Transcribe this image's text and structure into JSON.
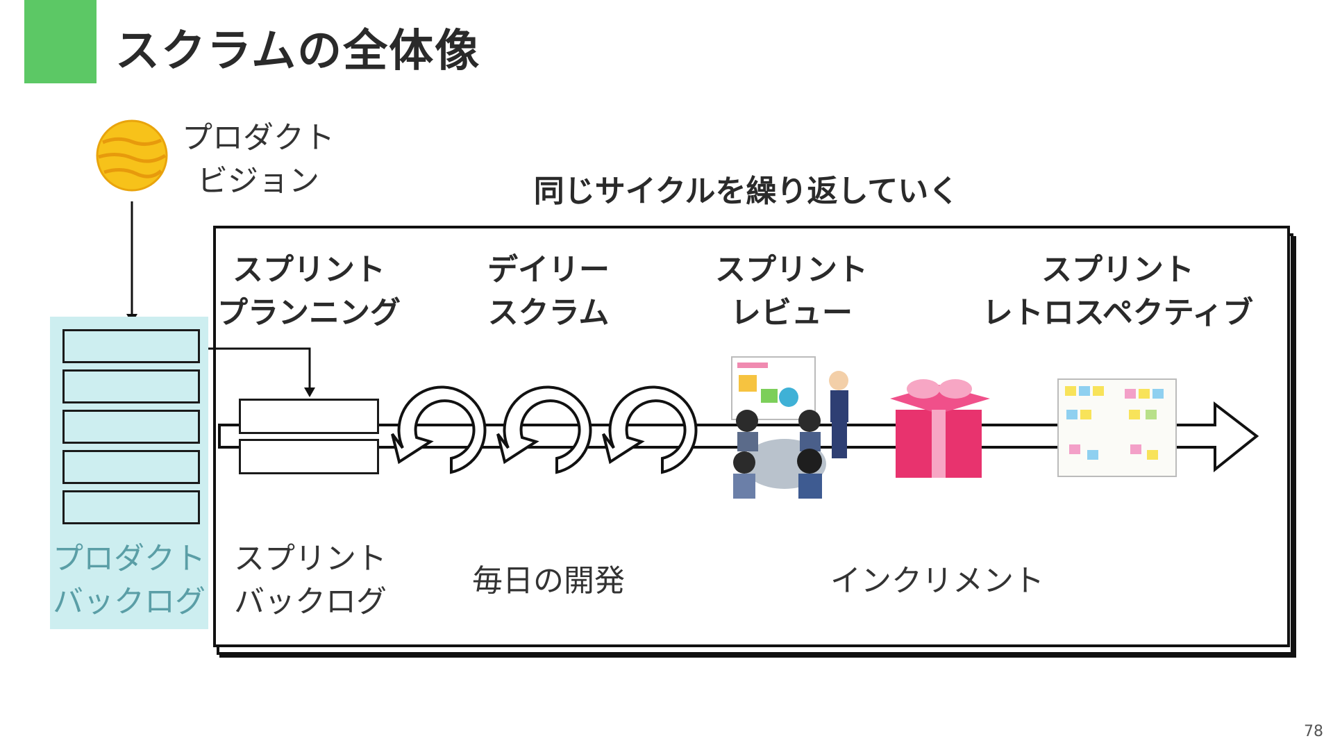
{
  "slide": {
    "title": "スクラムの全体像",
    "page_number": "78"
  },
  "vision": {
    "line1": "プロダクト",
    "line2": "ビジョン"
  },
  "cycle_caption": "同じサイクルを繰り返していく",
  "events": {
    "planning": {
      "line1": "スプリント",
      "line2": "プランニング"
    },
    "daily": {
      "line1": "デイリー",
      "line2": "スクラム"
    },
    "review": {
      "line1": "スプリント",
      "line2": "レビュー"
    },
    "retro": {
      "line1": "スプリント",
      "line2": "レトロスペクティブ"
    }
  },
  "artifacts": {
    "product_backlog": {
      "line1": "プロダクト",
      "line2": "バックログ"
    },
    "sprint_backlog": {
      "line1": "スプリント",
      "line2": "バックログ"
    },
    "daily_work": "毎日の開発",
    "increment": "インクリメント"
  },
  "colors": {
    "accent": "#5cc865",
    "backlog_bg": "#cdeef0",
    "sun": "#f7c21a",
    "gift": "#e8336e"
  }
}
